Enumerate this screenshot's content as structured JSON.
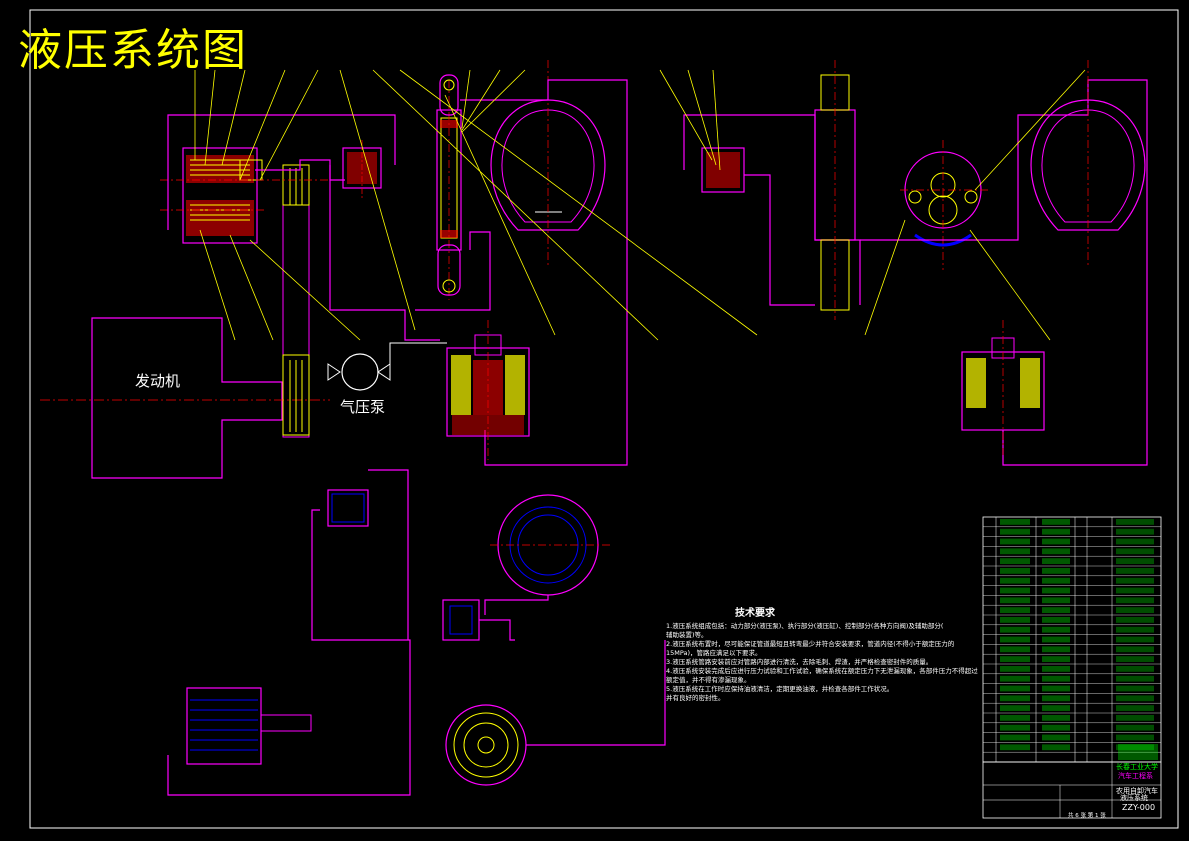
{
  "title": "液压系统图",
  "labels": {
    "engine": "发动机",
    "air_pump": "气压泵"
  },
  "tech_requirements": {
    "title": "技术要求",
    "lines": [
      "1.液压系统组成包括：动力部分(液压泵)、执行部分(液压缸)、控制部分(各种方向阀)及辅助部分(",
      "   辅助装置)等。",
      "2.液压系统布置时，尽可能保证管道最短且转弯最少并符合安装要求，管道内径(不得小于额定压力的",
      "   15MPa)，管路应满足以下要求。",
      "3.液压系统管路安装前应对管路内部进行清洗，去除毛刺、焊渣，并严格检查密封件的质量。",
      "4.液压系统安装完成后应进行压力试验和工作试验，确保系统在额定压力下无泄漏现象，各部件压力不得超过",
      "   额定值，并不得有渗漏现象。",
      "5.液压系统在工作时应保持油液清洁，定期更换油液，并检查各部件工作状况。",
      "   并有良好的密封性。"
    ]
  },
  "title_block": {
    "institution_line1": "长春工业大学",
    "institution_line2": "汽车工程系",
    "drawing_name_line1": "农用自卸汽车",
    "drawing_name_line2": "液压系统",
    "drawing_number": "ZZY-000",
    "sheet_info": "共 6 张  第 1 张"
  },
  "parts_list_rows": 25,
  "colors": {
    "magenta": "#ff00ff",
    "yellow": "#ffff00",
    "red": "#ff0000",
    "blue": "#0000ff",
    "white": "#ffffff",
    "green": "#00ff00",
    "background": "#000000"
  }
}
